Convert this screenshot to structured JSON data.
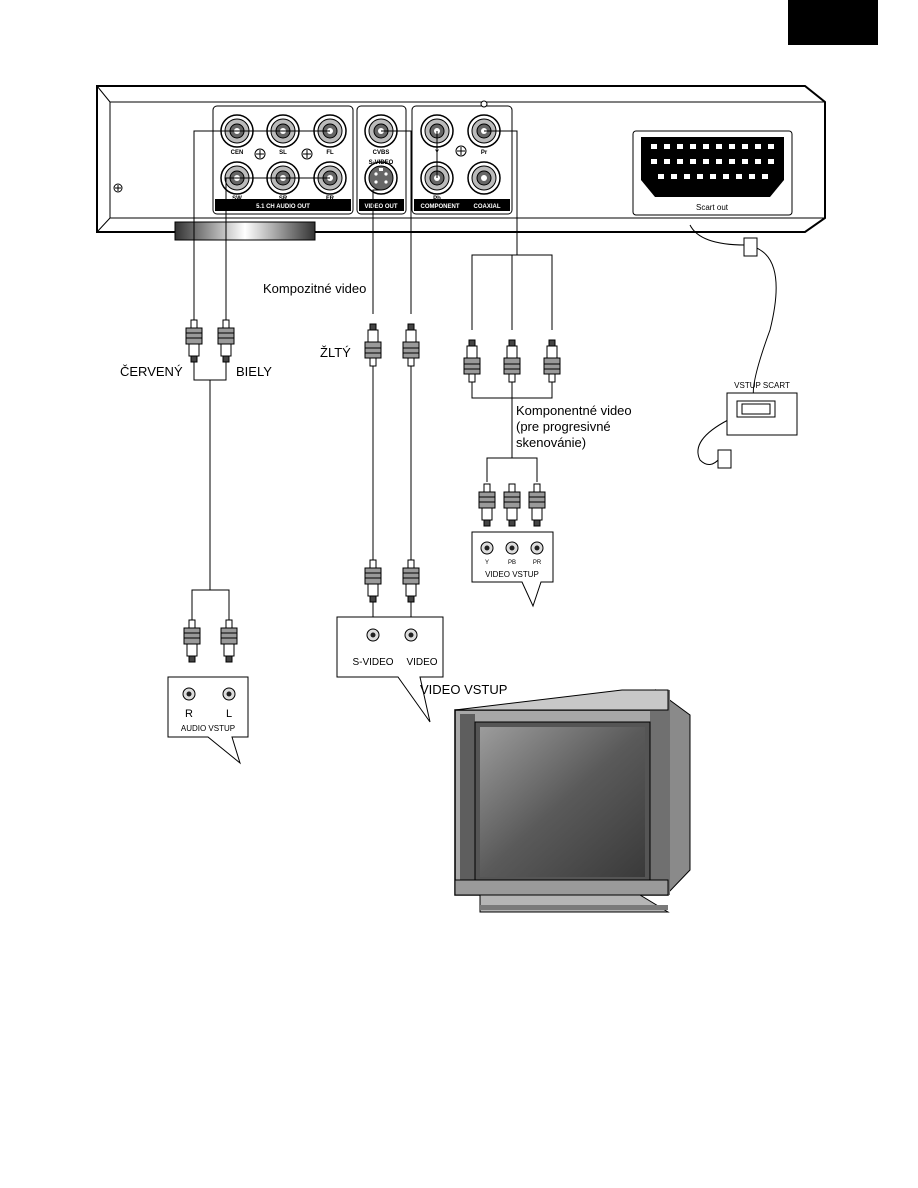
{
  "device_panel": {
    "audio_jacks": [
      "CEN",
      "SL",
      "FL",
      "SW",
      "SR",
      "FR"
    ],
    "audio_group_label": "5.1 CH AUDIO OUT",
    "video_out_jack_top": "CVBS",
    "video_out_jack_bottom": "S-VIDEO",
    "video_group_label": "VIDEO OUT",
    "component_jacks": [
      "Y",
      "Pr",
      "Pb"
    ],
    "component_group_label": "COMPONENT",
    "coaxial_group_label": "COAXIAL",
    "scart_label": "Scart out"
  },
  "labels": {
    "composite_video": "Kompozitné video",
    "yellow": "ŽLTÝ",
    "red": "ČERVENÝ",
    "white": "BIELY",
    "component_video_line1": "Komponentné video",
    "component_video_line2": "(pre progresivné",
    "component_video_line3": "skenovánie)",
    "scart_input": "VSTUP SCART"
  },
  "tv_panels": {
    "component": {
      "jacks": [
        "Y",
        "PB",
        "PR"
      ],
      "title": "VIDEO VSTUP"
    },
    "video": {
      "jacks": [
        "S-VIDEO",
        "VIDEO"
      ],
      "callout": "VIDEO VSTUP"
    },
    "audio": {
      "jacks": [
        "R",
        "L"
      ],
      "title": "AUDIO VSTUP"
    }
  },
  "colors": {
    "ink": "#000000",
    "panel": "#ffffff",
    "tv_bezel": "#9a9a9a",
    "tv_screen": "#6e6e6e"
  }
}
